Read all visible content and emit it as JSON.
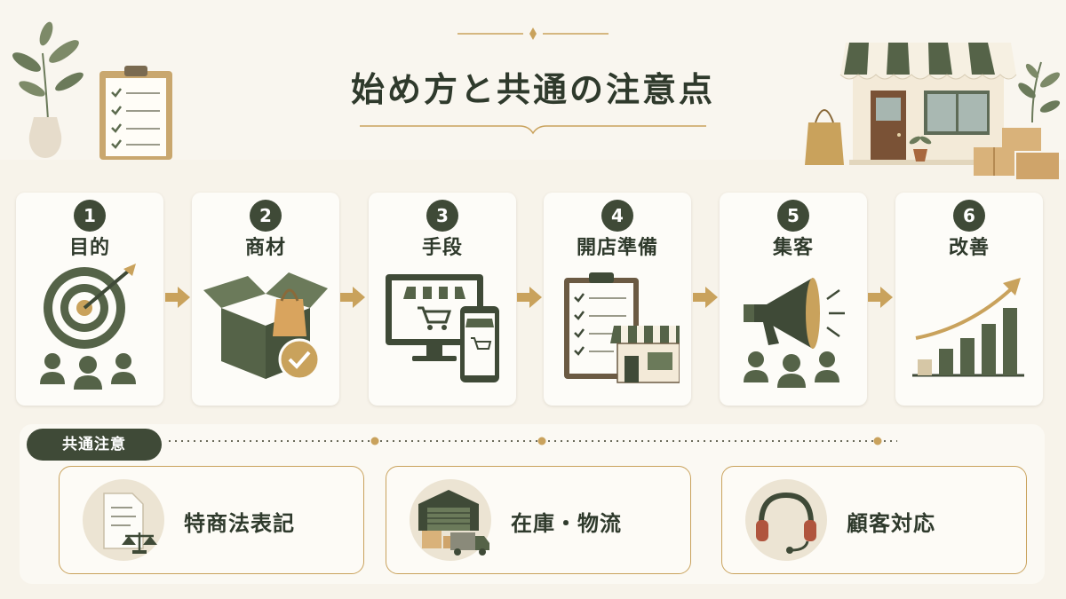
{
  "title": "始め方と共通の注意点",
  "steps": [
    {
      "number": "1",
      "label": "目的",
      "icon": "target-audience-icon"
    },
    {
      "number": "2",
      "label": "商材",
      "icon": "product-box-icon"
    },
    {
      "number": "3",
      "label": "手段",
      "icon": "online-store-devices-icon"
    },
    {
      "number": "4",
      "label": "開店準備",
      "icon": "checklist-store-icon"
    },
    {
      "number": "5",
      "label": "集客",
      "icon": "megaphone-people-icon"
    },
    {
      "number": "6",
      "label": "改善",
      "icon": "growth-chart-icon"
    }
  ],
  "common": {
    "badge": "共通注意",
    "items": [
      {
        "label": "特商法表記",
        "icon": "legal-document-scale-icon"
      },
      {
        "label": "在庫・物流",
        "icon": "warehouse-truck-icon"
      },
      {
        "label": "顧客対応",
        "icon": "headset-icon"
      }
    ]
  },
  "colors": {
    "dark_green": "#3f4a37",
    "olive": "#5c6b4e",
    "gold": "#c9a25c",
    "background": "#f7f3ea",
    "card": "#fdfcf8"
  }
}
